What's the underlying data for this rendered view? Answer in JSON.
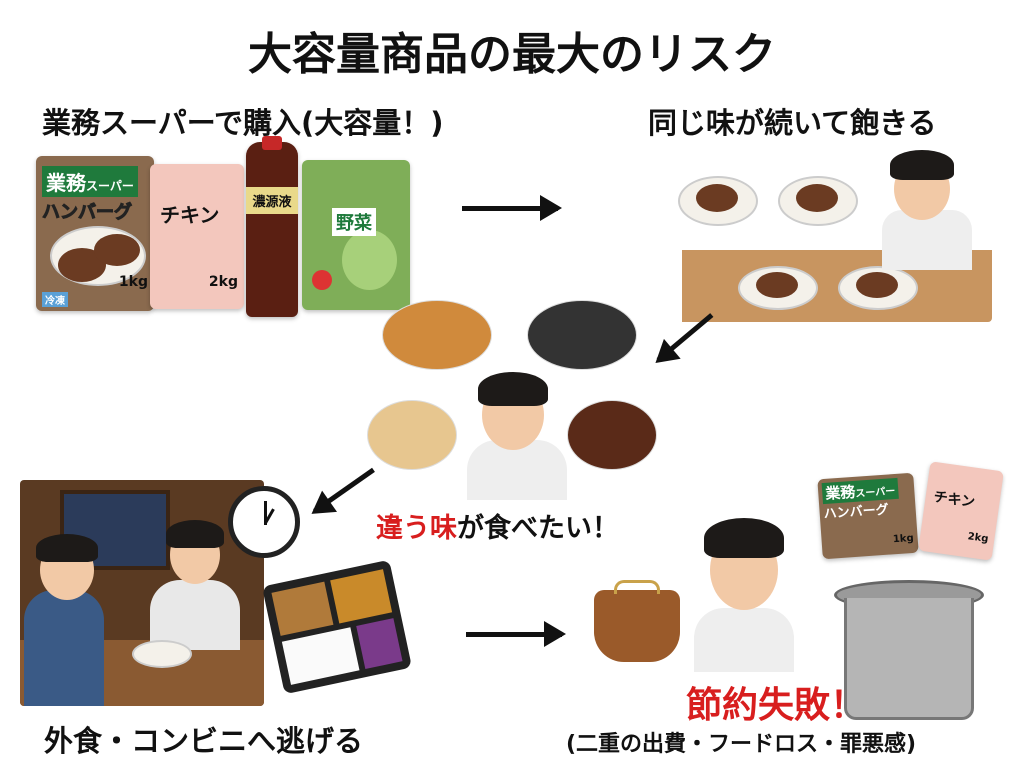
{
  "title": "大容量商品の最大のリスク",
  "steps": {
    "buy": "業務スーパーで購入(大容量！)",
    "bored": "同じ味が続いて飽きる",
    "craving_red": "違う味",
    "craving_rest": "が食べたい！",
    "escape": "外食・コンビニへ逃げる",
    "fail": "節約失敗！",
    "fail_detail": "(二重の出費・フードロス・罪悪感)"
  },
  "packages": {
    "hamburg": {
      "brand_a": "業務",
      "brand_b": "スーパー",
      "name": "ハンバーグ",
      "weight": "1kg",
      "tag": "冷凍"
    },
    "chicken": {
      "name": "チキン",
      "weight": "2kg"
    },
    "sauce": {
      "name": "濃源液"
    },
    "veg": {
      "name": "野菜"
    }
  },
  "colors": {
    "accent_red": "#d81e1e",
    "brand_green": "#1f7a3c",
    "arrow": "#111111"
  }
}
